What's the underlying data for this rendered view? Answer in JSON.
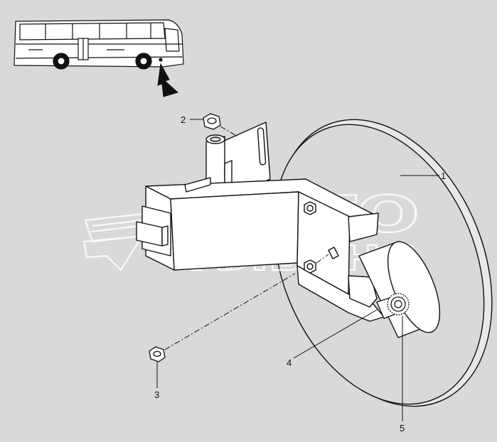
{
  "diagram": {
    "callouts": [
      {
        "id": "1",
        "label": "1"
      },
      {
        "id": "2",
        "label": "2"
      },
      {
        "id": "3",
        "label": "3"
      },
      {
        "id": "4",
        "label": "4"
      },
      {
        "id": "5",
        "label": "5"
      }
    ],
    "watermark": {
      "line1": "АВТО",
      "line2": "АЛЬЯНС"
    }
  },
  "colors": {
    "background": "#d9d9d9",
    "line": "#111111",
    "part_fill": "#ffffff",
    "watermark": "#ffffff"
  }
}
